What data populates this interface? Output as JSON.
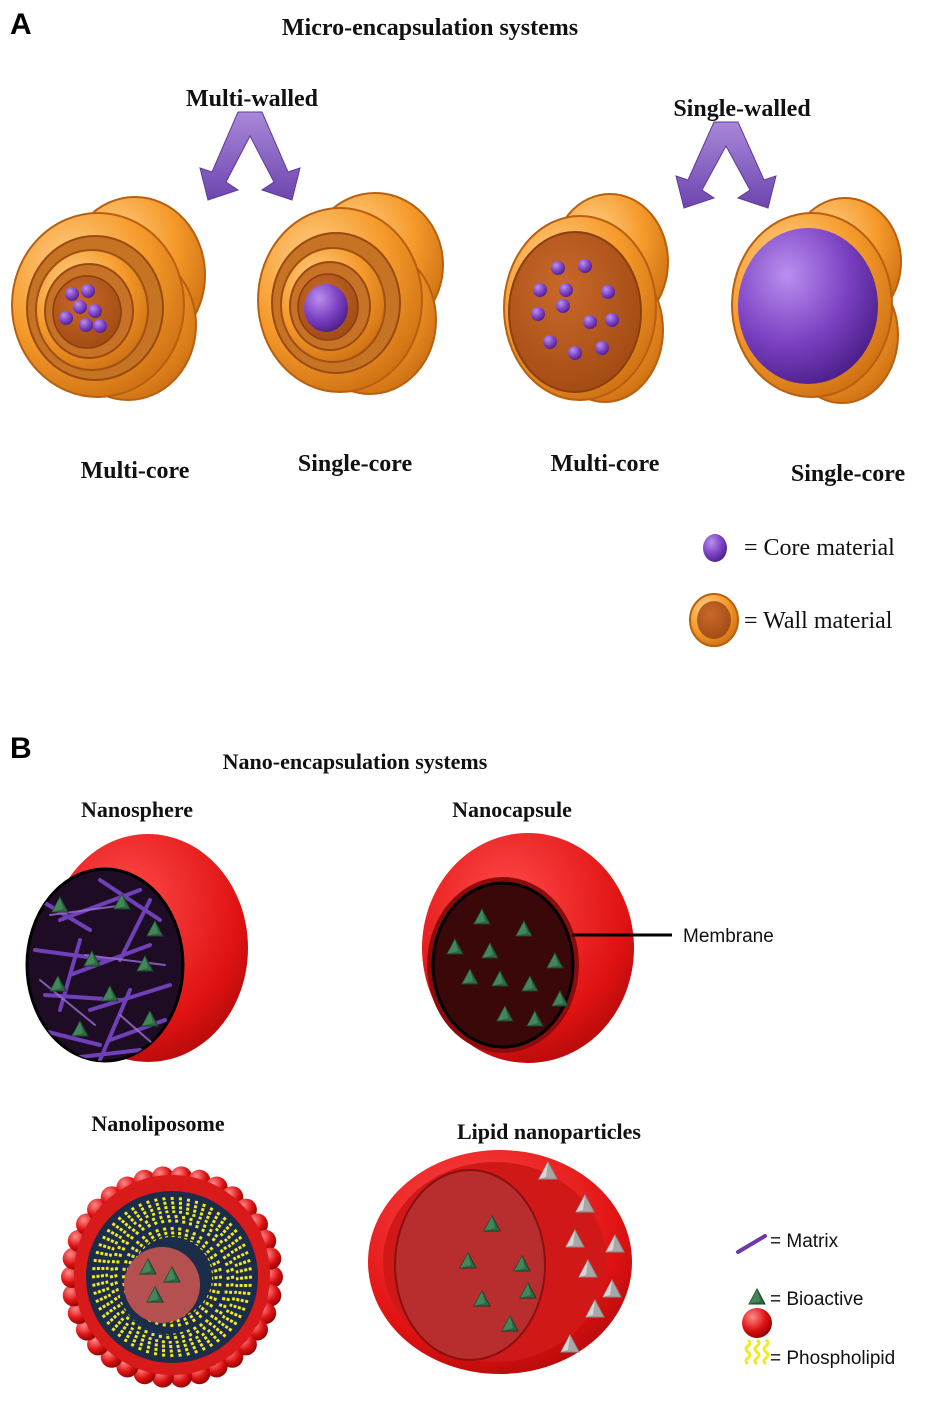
{
  "panel_a": {
    "letter": "A",
    "title": "Micro-encapsulation systems",
    "group_multi_walled": "Multi-walled",
    "group_single_walled": "Single-walled",
    "capsules": [
      {
        "label": "Multi-core"
      },
      {
        "label": "Single-core"
      },
      {
        "label": "Multi-core"
      },
      {
        "label": "Single-core"
      }
    ],
    "legend": {
      "core": "= Core material",
      "wall": "= Wall material"
    }
  },
  "panel_b": {
    "letter": "B",
    "title": "Nano-encapsulation systems",
    "nanosphere": "Nanosphere",
    "nanocapsule": "Nanocapsule",
    "membrane": "Membrane",
    "nanoliposome": "Nanoliposome",
    "lipid_nanoparticles": "Lipid nanoparticles",
    "legend": {
      "matrix": "= Matrix",
      "bioactive": "= Bioactive",
      "phospholipid": "= Phospholipid"
    }
  },
  "colors": {
    "wall_orange": "#f59a2a",
    "wall_brown": "#b8561a",
    "core_purple": "#7a3fc0",
    "arrow_purple": "#8c66c8",
    "nano_red": "#e01212",
    "bioactive_green": "#2d6b45",
    "phospholipid_yellow": "#f2e82a",
    "triangle_grey": "#a8a8a8"
  }
}
